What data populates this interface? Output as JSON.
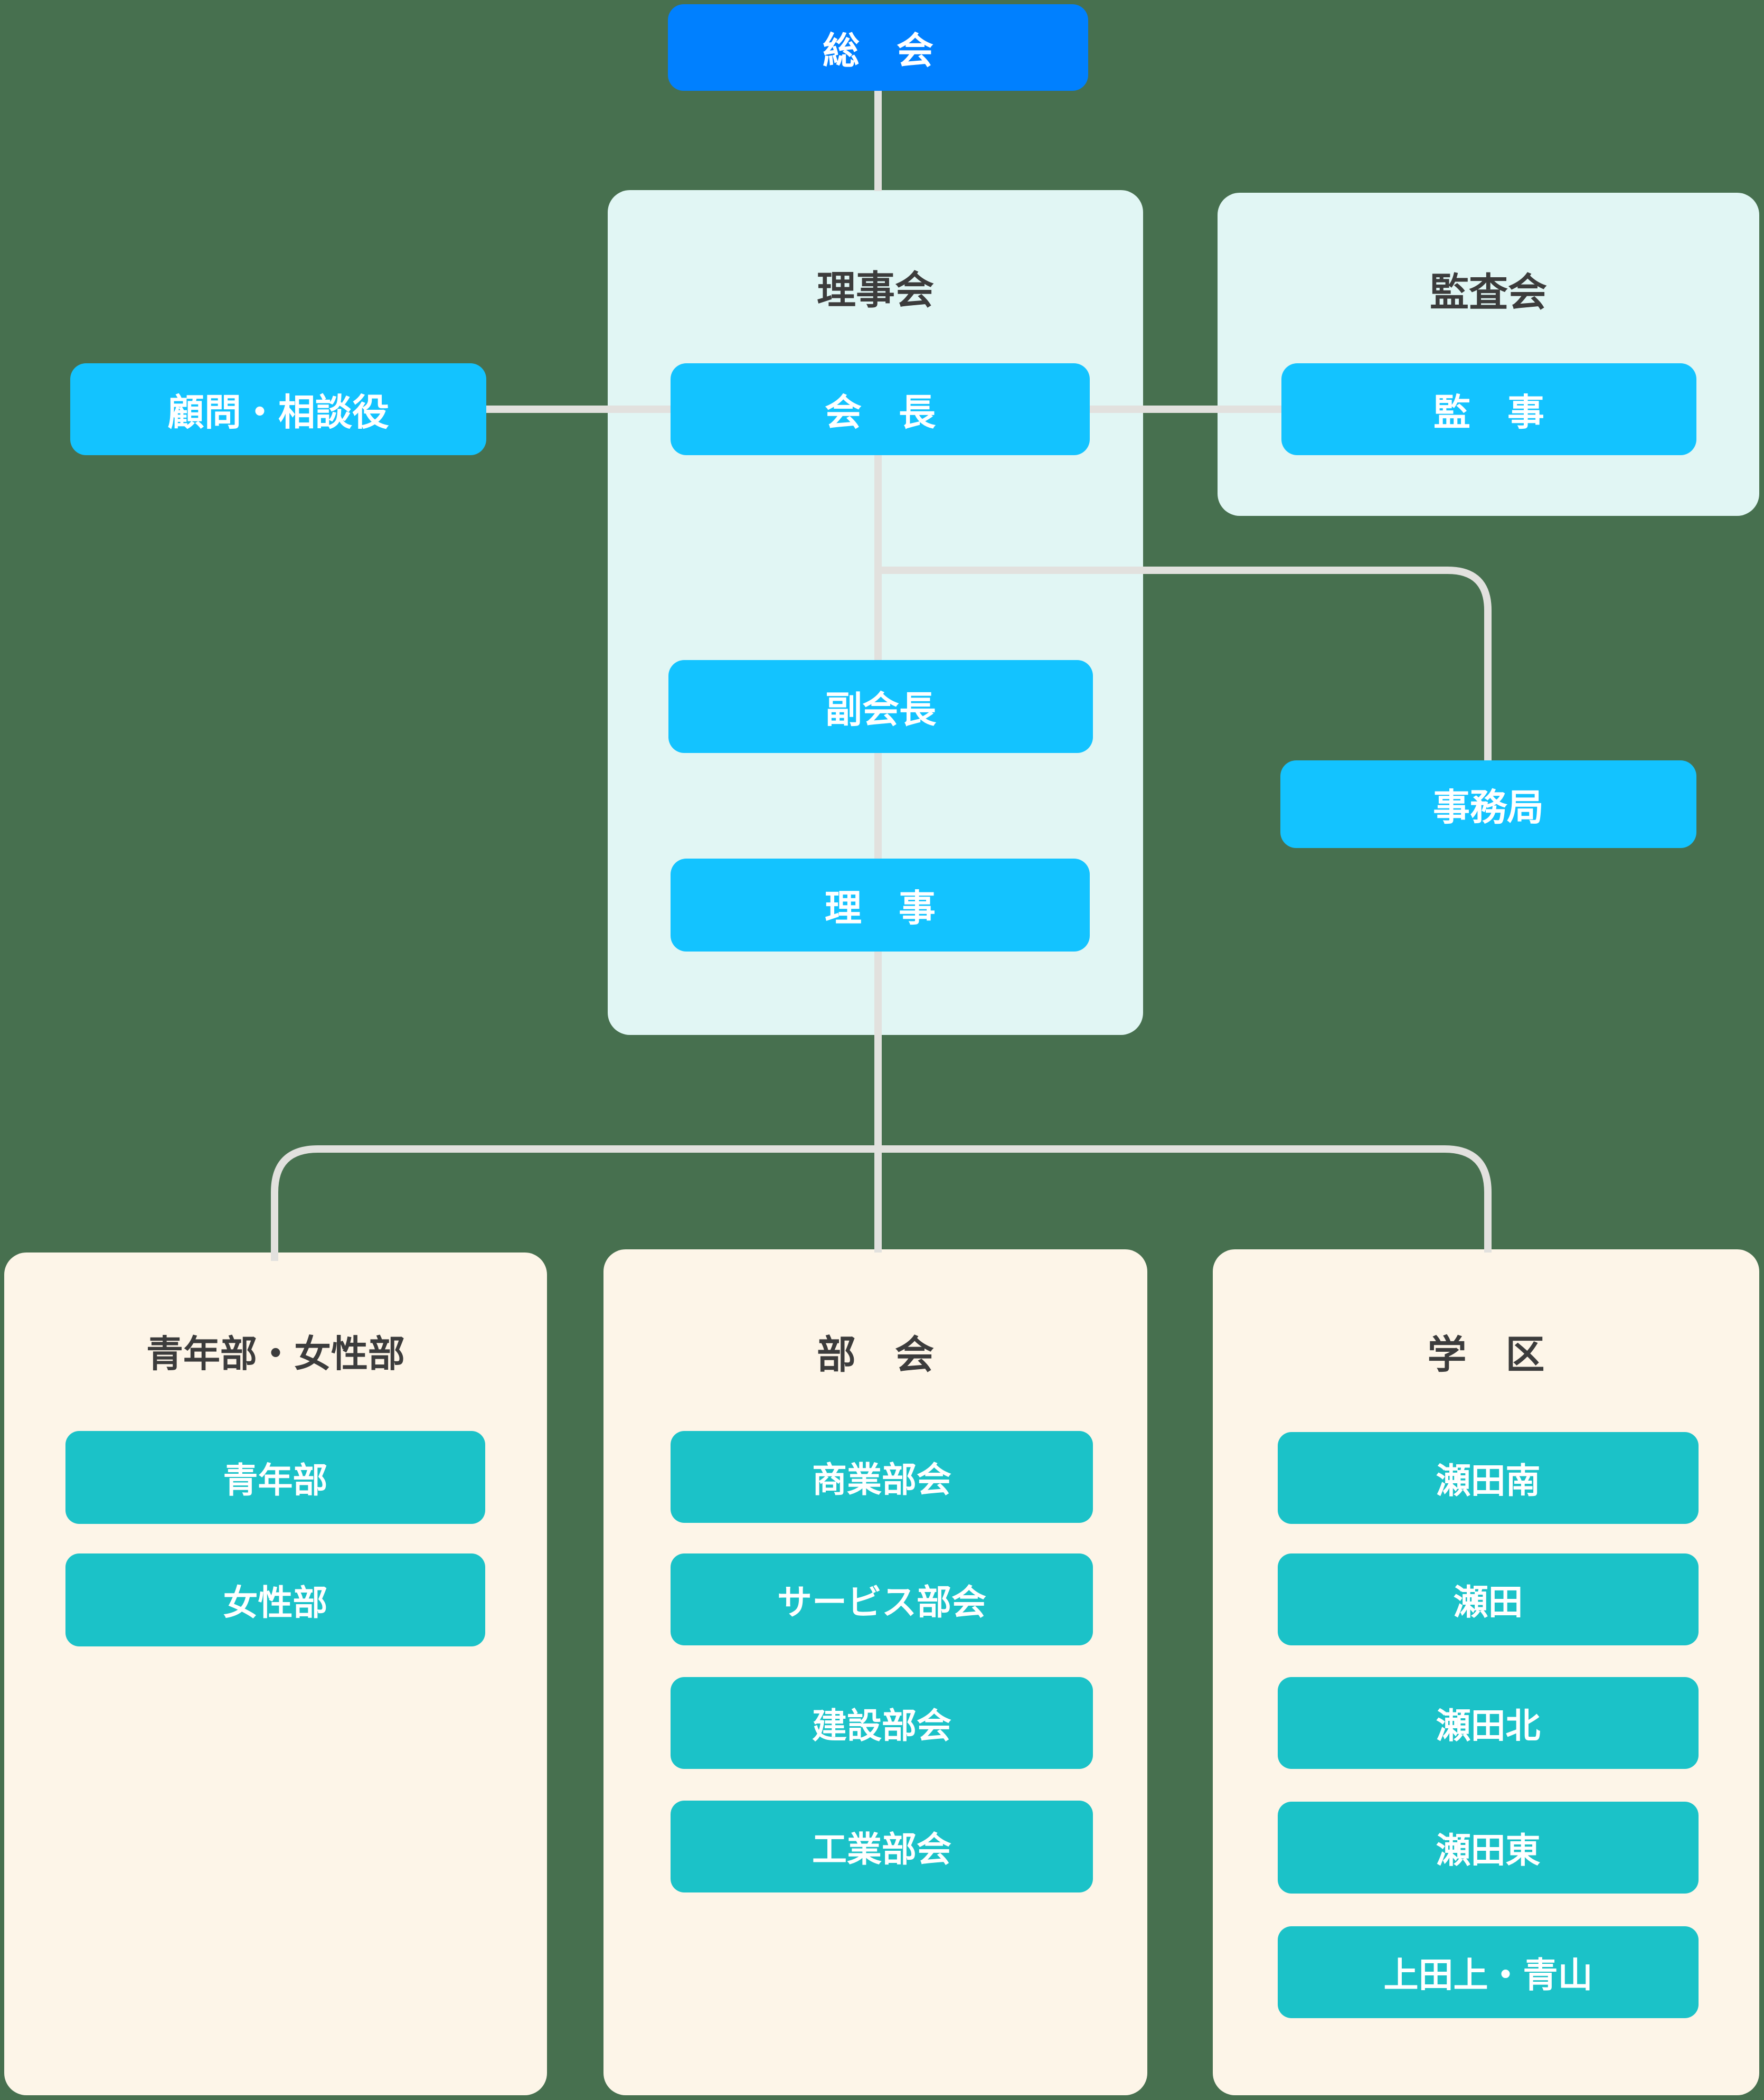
{
  "general_assembly": {
    "label": "総　会"
  },
  "board": {
    "title": "理事会",
    "chairman": "会　長",
    "vice_chairman": "副会長",
    "director": "理　事"
  },
  "audit": {
    "title": "監査会",
    "auditor": "監　事"
  },
  "advisor": {
    "label": "顧問・相談役"
  },
  "secretariat": {
    "label": "事務局"
  },
  "groups": [
    {
      "title": "青年部・女性部",
      "items": [
        "青年部",
        "女性部"
      ]
    },
    {
      "title": "部　会",
      "items": [
        "商業部会",
        "サービス部会",
        "建設部会",
        "工業部会"
      ]
    },
    {
      "title": "学　区",
      "items": [
        "瀬田南",
        "瀬田",
        "瀬田北",
        "瀬田東",
        "上田上・青山"
      ]
    }
  ],
  "colors": {
    "background": "#47704F",
    "assembly_box": "#0080FF",
    "officer_box": "#13C3FF",
    "group_box": "#1BC2C8",
    "panel_cyan": "#E1F6F4",
    "panel_cream": "#FDF5E8",
    "connector_line": "#E2E1DE",
    "panel_title_text": "#3C3C3C",
    "box_text": "#FFFFFF"
  }
}
